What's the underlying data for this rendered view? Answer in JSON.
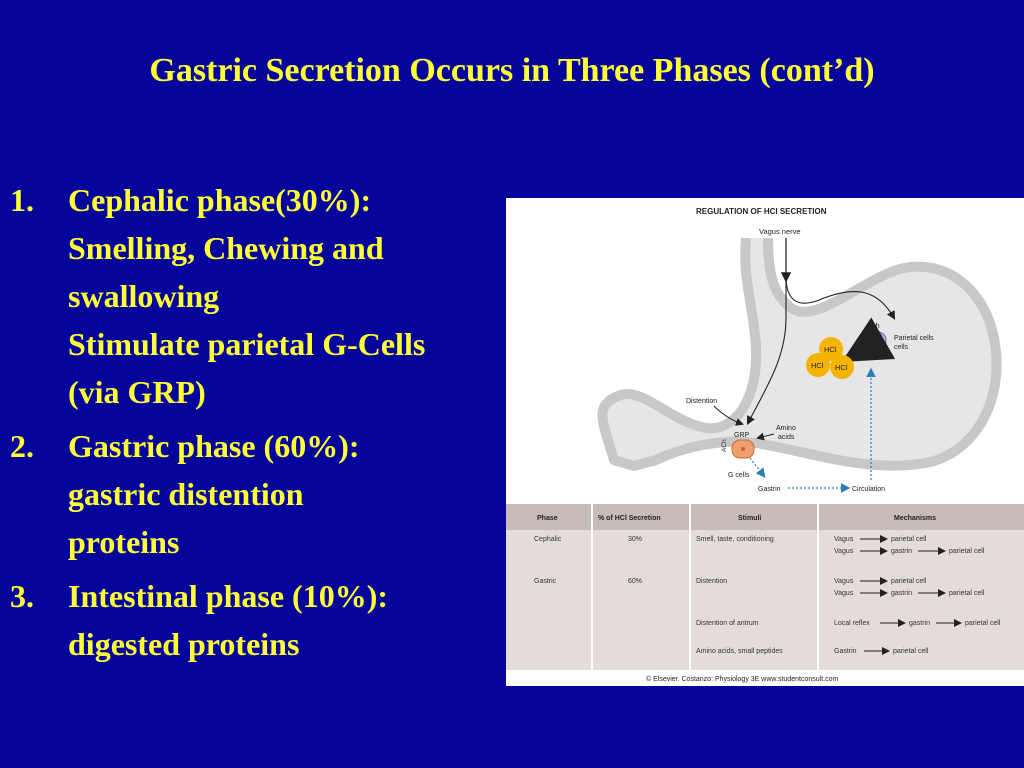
{
  "slide": {
    "title": "Gastric Secretion Occurs in Three Phases (cont’d)",
    "phases": [
      {
        "number": "1.",
        "lines": [
          "Cephalic phase(30%):",
          "Smelling, Chewing and",
          "swallowing",
          "Stimulate parietal G-Cells",
          "(via GRP)"
        ]
      },
      {
        "number": "2.",
        "lines": [
          "Gastric phase (60%):",
          "gastric distention",
          "proteins"
        ]
      },
      {
        "number": "3.",
        "lines": [
          "Intestinal phase (10%):",
          "digested proteins"
        ]
      }
    ]
  },
  "figure": {
    "title": "REGULATION OF HCl SECRETION",
    "labels": {
      "vagus_nerve": "Vagus nerve",
      "ach": "ACh",
      "ach2": "ACh",
      "parietal_cells": "Parietal cells",
      "parietal_cells_line2": "cells",
      "hcl": "HCl",
      "distention": "Distention",
      "amino_acids": "Amino",
      "amino_acids_line2": "acids",
      "grp": "GRP",
      "g_cells": "G cells",
      "gastrin": "Gastrin",
      "circulation": "Circulation"
    },
    "table": {
      "headers": [
        "Phase",
        "% of HCl Secretion",
        "Stimuli",
        "Mechanisms"
      ],
      "rows": [
        {
          "phase": "Cephalic",
          "percent": "30%",
          "stimuli": "Smell, taste, conditioning",
          "mechanisms": [
            [
              "Vagus",
              "parietal cell"
            ],
            [
              "Vagus",
              "gastrin",
              "parietal cell"
            ]
          ]
        },
        {
          "phase": "Gastric",
          "percent": "60%",
          "stimuli": "Distention",
          "mechanisms": [
            [
              "Vagus",
              "parietal cell"
            ],
            [
              "Vagus",
              "gastrin",
              "parietal cell"
            ]
          ]
        },
        {
          "phase": "",
          "percent": "",
          "stimuli": "Distention of antrum",
          "mechanisms": [
            [
              "Local reflex",
              "gastrin",
              "parietal cell"
            ]
          ]
        },
        {
          "phase": "",
          "percent": "",
          "stimuli": "Amino acids, small peptides",
          "mechanisms": [
            [
              "Gastrin",
              "parietal cell"
            ]
          ]
        }
      ]
    },
    "credit": "© Elsevier. Costanzo: Physiology 3E www.studentconsult.com"
  }
}
